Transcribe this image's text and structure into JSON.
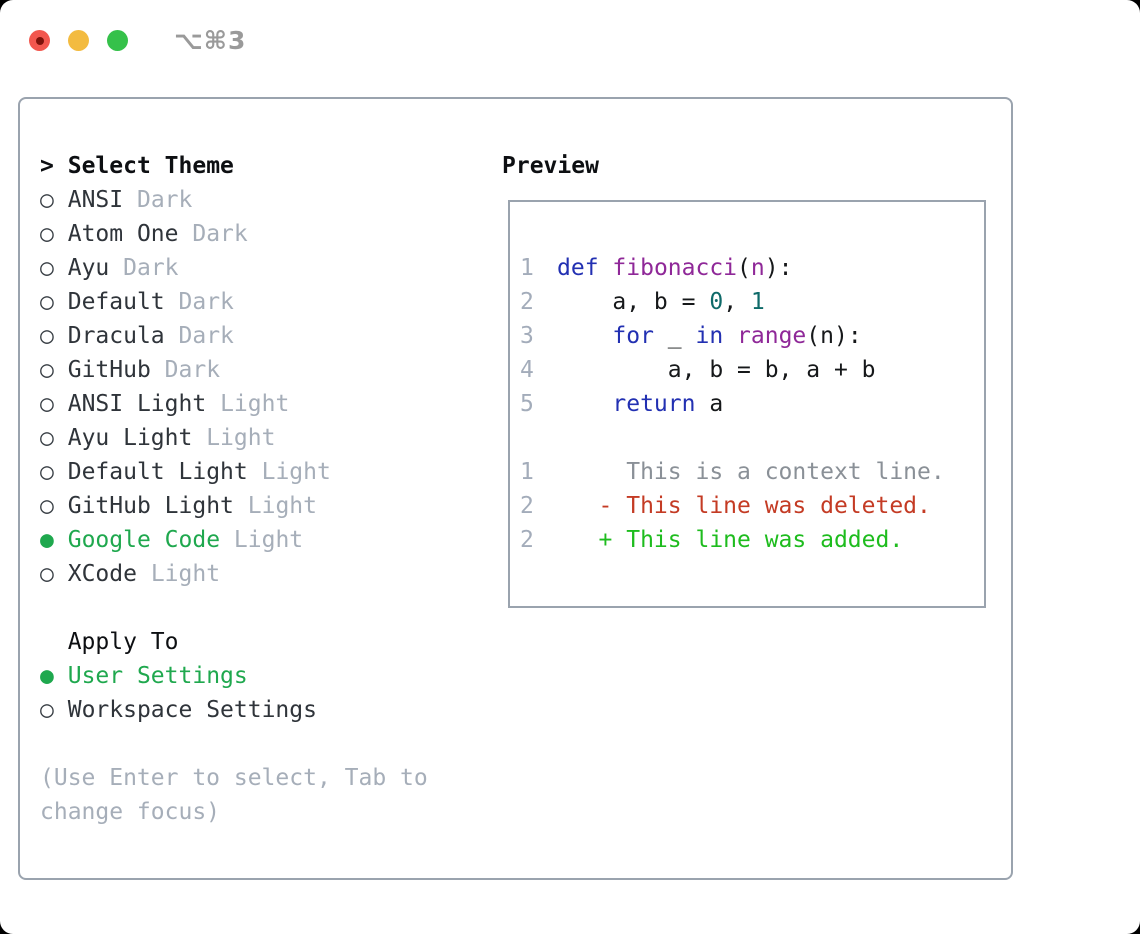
{
  "window": {
    "title": "⌥⌘3",
    "titlebar_buttons": [
      {
        "name": "close",
        "color": "#f2574e",
        "has_inner_dot": true
      },
      {
        "name": "minimize",
        "color": "#f3bb40",
        "has_inner_dot": false
      },
      {
        "name": "zoom",
        "color": "#35c14a",
        "has_inner_dot": false
      }
    ]
  },
  "glyphs": {
    "selected_marker": "●",
    "unselected_marker": "○",
    "header_prefix": ">"
  },
  "theme_panel": {
    "header": "Select Theme",
    "items": [
      {
        "name": "ANSI",
        "variant": "Dark",
        "selected": false
      },
      {
        "name": "Atom One",
        "variant": "Dark",
        "selected": false
      },
      {
        "name": "Ayu",
        "variant": "Dark",
        "selected": false
      },
      {
        "name": "Default",
        "variant": "Dark",
        "selected": false
      },
      {
        "name": "Dracula",
        "variant": "Dark",
        "selected": false
      },
      {
        "name": "GitHub",
        "variant": "Dark",
        "selected": false
      },
      {
        "name": "ANSI Light",
        "variant": "Light",
        "selected": false
      },
      {
        "name": "Ayu Light",
        "variant": "Light",
        "selected": false
      },
      {
        "name": "Default Light",
        "variant": "Light",
        "selected": false
      },
      {
        "name": "GitHub Light",
        "variant": "Light",
        "selected": false
      },
      {
        "name": "Google Code",
        "variant": "Light",
        "selected": true
      },
      {
        "name": "XCode",
        "variant": "Light",
        "selected": false
      }
    ],
    "apply_to": {
      "header": "Apply To",
      "options": [
        {
          "label": "User Settings",
          "selected": true
        },
        {
          "label": "Workspace Settings",
          "selected": false
        }
      ]
    },
    "hint_lines": [
      "(Use Enter to select, Tab to",
      "change focus)"
    ]
  },
  "preview": {
    "header": "Preview",
    "code_lines": [
      {
        "num": "1",
        "tokens": [
          [
            "def",
            "kw"
          ],
          [
            " ",
            "pl"
          ],
          [
            "fibonacci",
            "fn"
          ],
          [
            "(",
            "pl"
          ],
          [
            "n",
            "fn"
          ],
          [
            "):",
            "pl"
          ]
        ]
      },
      {
        "num": "2",
        "tokens": [
          [
            "    a, b = ",
            "pl"
          ],
          [
            "0",
            "num"
          ],
          [
            ", ",
            "pl"
          ],
          [
            "1",
            "num"
          ]
        ]
      },
      {
        "num": "3",
        "tokens": [
          [
            "    ",
            "pl"
          ],
          [
            "for",
            "kw"
          ],
          [
            " _ ",
            "pl"
          ],
          [
            "in",
            "kw"
          ],
          [
            " ",
            "pl"
          ],
          [
            "range",
            "fn"
          ],
          [
            "(n):",
            "pl"
          ]
        ]
      },
      {
        "num": "4",
        "tokens": [
          [
            "        a, b = b, a + b",
            "pl"
          ]
        ]
      },
      {
        "num": "5",
        "tokens": [
          [
            "    ",
            "pl"
          ],
          [
            "return",
            "kw"
          ],
          [
            " a",
            "pl"
          ]
        ]
      }
    ],
    "diff_lines": [
      {
        "num": "1",
        "text": "     This is a context line.",
        "kind": "context"
      },
      {
        "num": "2",
        "text": "   - This line was deleted.",
        "kind": "deleted"
      },
      {
        "num": "2",
        "text": "   + This line was added.",
        "kind": "added"
      }
    ]
  },
  "colors": {
    "accent_green": "#1fa84e",
    "diff_added": "#1ebc1e",
    "diff_deleted": "#c43b24",
    "diff_context": "#8a9097",
    "syntax_keyword": "#2230b2",
    "syntax_function": "#8f2898",
    "syntax_number": "#0e6a69",
    "syntax_plain": "#16181a",
    "line_number": "#a3acba",
    "muted_text": "#a6aeb9",
    "primary_text": "#2f343a",
    "border_gray": "#9aa3ae",
    "title_gray": "#9a9a9a"
  }
}
